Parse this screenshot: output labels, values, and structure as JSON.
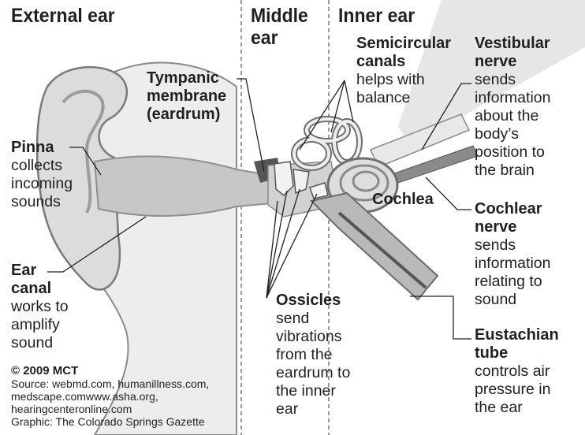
{
  "sections": {
    "external": "External ear",
    "middle": "Middle ear",
    "inner": "Inner ear"
  },
  "labels": {
    "pinna": {
      "title": "Pinna",
      "desc": "collects incoming sounds"
    },
    "ear_canal": {
      "title": "Ear canal",
      "desc": "works to amplify sound"
    },
    "tympanic": {
      "title": "Tympanic membrane (eardrum)"
    },
    "semicircular": {
      "title": "Semicircular canals",
      "desc": "helps with balance"
    },
    "vestibular": {
      "title": "Vestibular nerve",
      "desc": "sends information about the body’s position to the brain"
    },
    "cochlea": {
      "title": "Cochlea"
    },
    "cochlear_nerve": {
      "title": "Cochlear nerve",
      "desc": "sends information relating to sound"
    },
    "ossicles": {
      "title": "Ossicles",
      "desc": "send vibrations from the eardrum to the inner ear"
    },
    "eustachian": {
      "title": "Eustachian tube",
      "desc": "controls air pressure in the ear"
    }
  },
  "credits": {
    "copyright": "© 2009 MCT",
    "source_1": "Source: webmd.com, humanillness.com,",
    "source_2": "medscape.comwww.asha.org,",
    "source_3": "hearingcenteronline.com",
    "graphic": "Graphic: The Colorado Springs Gazette"
  }
}
